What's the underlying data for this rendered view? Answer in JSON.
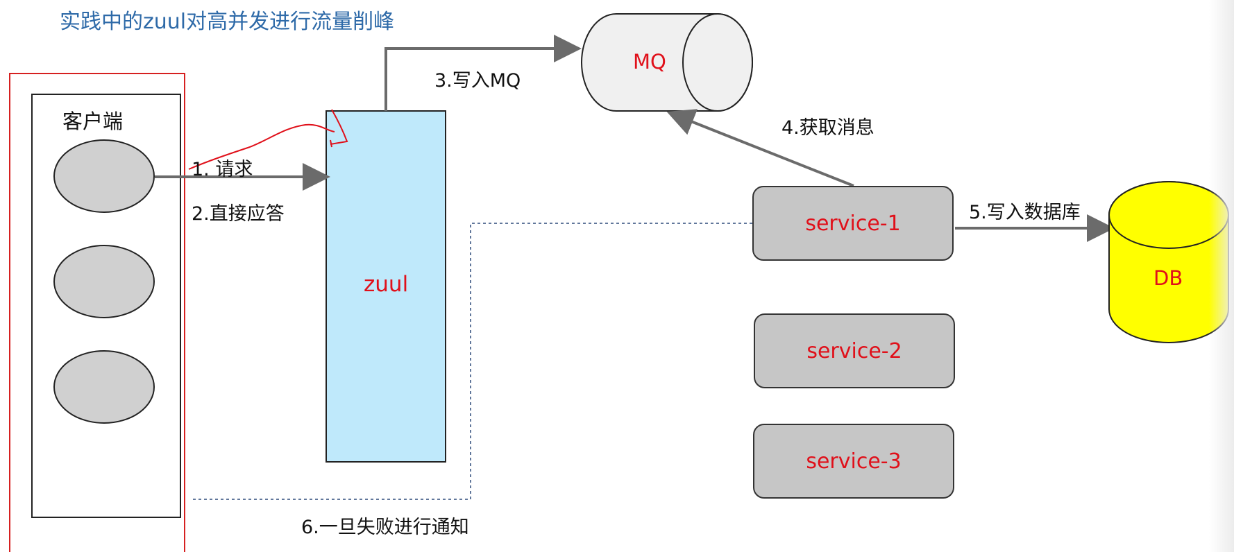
{
  "title": "实践中的zuul对高并发进行流量削峰",
  "client": {
    "label": "客户端"
  },
  "gateway": {
    "label": "zuul"
  },
  "mq": {
    "label": "MQ"
  },
  "db": {
    "label": "DB"
  },
  "services": [
    {
      "label": "service-1"
    },
    {
      "label": "service-2"
    },
    {
      "label": "service-3"
    }
  ],
  "steps": {
    "request": "1.  请求",
    "direct_reply": "2.直接应答",
    "write_mq": "3.写入MQ",
    "fetch_message": "4.获取消息",
    "write_db": "5.写入数据库",
    "notify_on_failure": "6.一旦失败进行通知"
  },
  "colors": {
    "title": "#2e6aa8",
    "accent_red": "#e0101a",
    "zuul_fill": "#bfe9fb",
    "db_fill": "#ffff00",
    "node_gray": "#c6c6c6",
    "mq_fill": "#f0f0f0",
    "arrow": "#6b6b6b",
    "dashed_line": "#2d4a7a"
  }
}
